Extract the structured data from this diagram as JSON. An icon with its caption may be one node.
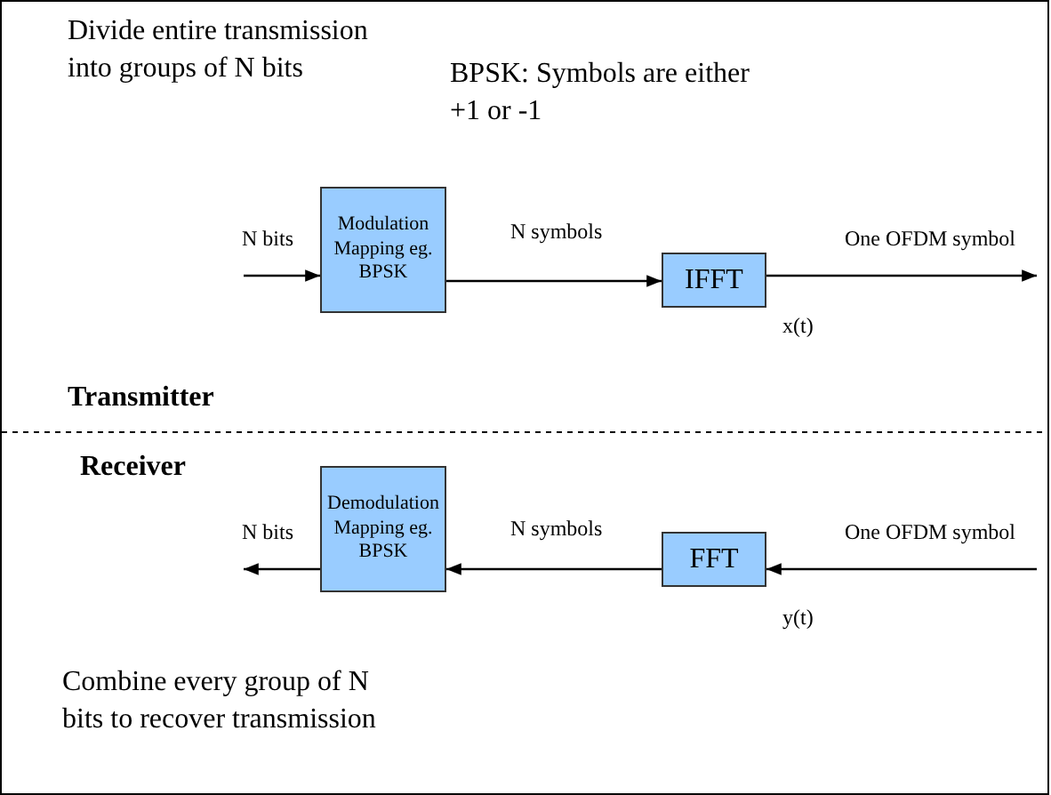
{
  "diagram": {
    "nodes": [
      {
        "text": [
          "Modulation Mapping eg. BPSK"
        ]
      },
      {
        "text": [
          "IFFT"
        ]
      },
      {
        "text": [
          "Demodulation Mapping eg. BPSK"
        ]
      },
      {
        "text": [
          "FFT"
        ]
      }
    ],
    "edges": [
      {
        "from": null,
        "to": 0,
        "arrow": "to",
        "label": "N bits"
      },
      {
        "from": 0,
        "to": 1,
        "arrow": "to",
        "label": "N symbols"
      },
      {
        "from": 1,
        "to": null,
        "arrow": "to",
        "label": "One OFDM symbol"
      },
      {
        "from": null,
        "to": 3,
        "arrow": "to",
        "label": "One OFDM symbol"
      },
      {
        "from": 3,
        "to": 2,
        "arrow": "to",
        "label": "N symbols"
      },
      {
        "from": 2,
        "to": null,
        "arrow": "to",
        "label": "N bits"
      }
    ],
    "labels": [
      "Divide entire transmission into groups of N bits",
      "BPSK: Symbols are either +1 or -1",
      "x(t)",
      "Transmitter",
      "Receiver",
      "y(t)",
      "Combine every group of N bits to recover transmission"
    ]
  }
}
